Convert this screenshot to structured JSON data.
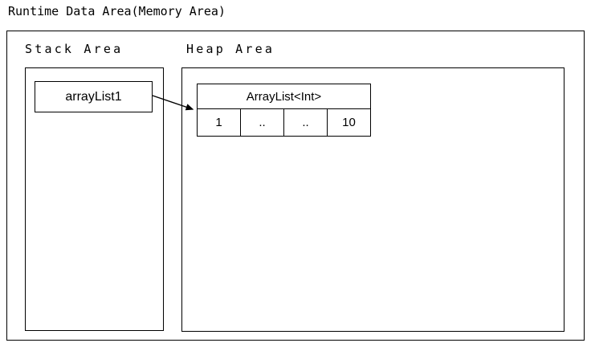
{
  "diagram": {
    "title": "Runtime Data Area(Memory Area)",
    "regions": [
      {
        "id": "stack",
        "label": "Stack Area"
      },
      {
        "id": "heap",
        "label": "Heap Area"
      }
    ],
    "stack": {
      "variables": [
        {
          "name": "arrayList1"
        }
      ]
    },
    "heap": {
      "objects": [
        {
          "type_label": "ArrayList<Int>",
          "cells": [
            {
              "value": "1"
            },
            {
              "value": ".."
            },
            {
              "value": ".."
            },
            {
              "value": "10"
            }
          ]
        }
      ]
    },
    "arrow": {
      "name": "reference-arrow",
      "from": "arrayList1",
      "to": "ArrayList<Int>"
    },
    "colors": {
      "stroke": "#000000",
      "background": "#ffffff",
      "text": "#000000"
    }
  }
}
